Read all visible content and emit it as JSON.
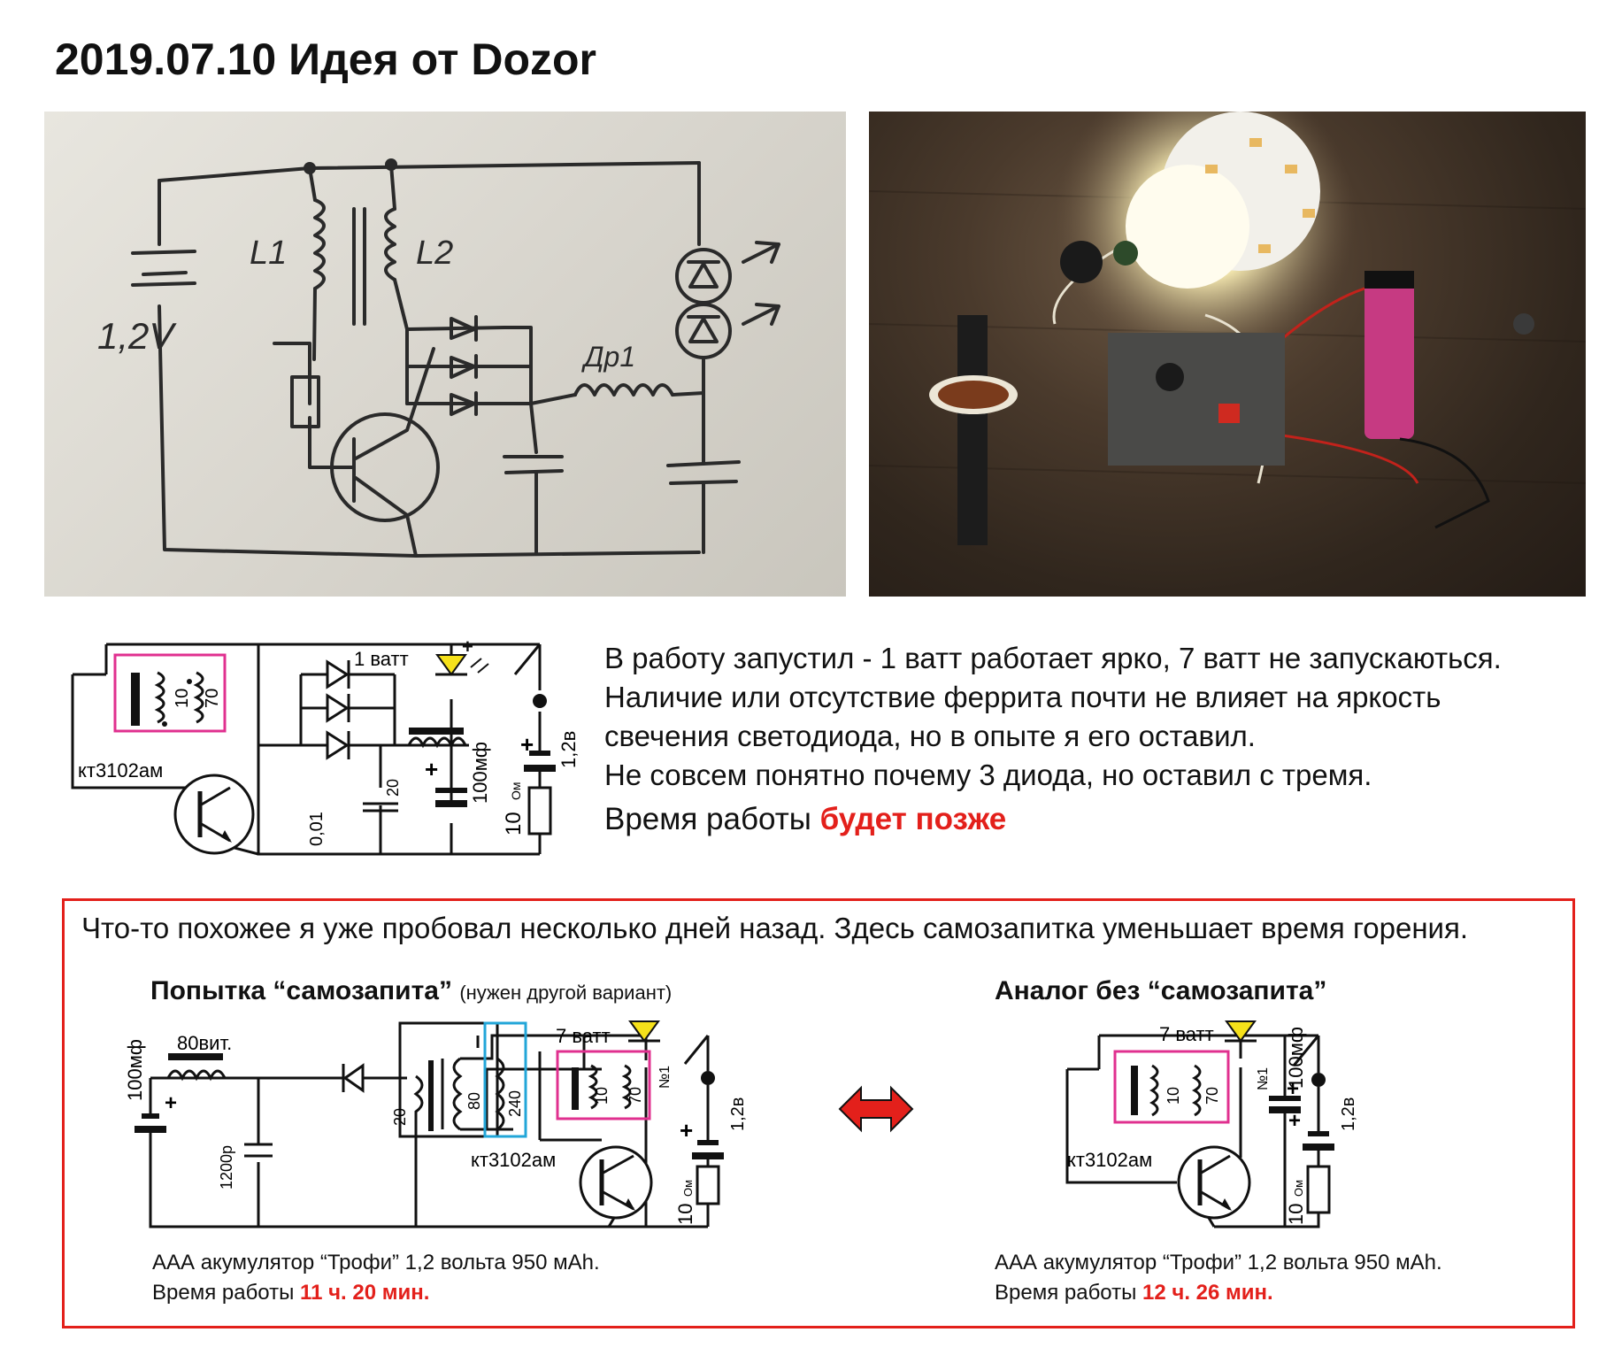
{
  "title": "2019.07.10 Идея от Dozor",
  "handdrawn": {
    "voltage": "1,2V",
    "l1": "L1",
    "l2": "L2",
    "dr1": "Др1"
  },
  "main_schematic": {
    "led_label": "1 ватт",
    "cap_label": "100мф",
    "voltage_label": "1,2в",
    "resistor_label": "10",
    "resistor_unit": "Ом",
    "transistor_label": "кт3102ам",
    "coil_ratio_a": "10",
    "coil_ratio_b": "70",
    "choke_turns": "20",
    "small_cap": "0,01"
  },
  "description": {
    "line1": "В работу запустил - 1 ватт работает ярко, 7 ватт не запускаються.",
    "line2": "Наличие или отсутствие феррита почти не влияет на яркость",
    "line3": "свечения светодиода, но в опыте я его оставил.",
    "line4": "Не совсем понятно почему 3 диода, но оставил с тремя.",
    "runtime_prefix": "Время работы",
    "runtime_value": "будет позже"
  },
  "comparison": {
    "intro": "Что-то похожее я уже пробовал несколько дней назад. Здесь самозапитка уменьшает время горения.",
    "left": {
      "title": "Попытка “самозапита”",
      "title_note": "(нужен другой вариант)",
      "turns_label": "80вит.",
      "cap_label": "100мф",
      "small_cap": "1200р",
      "coil_20": "20",
      "coil_80": "80",
      "coil_240": "240",
      "led_label": "7 ватт",
      "led_num": "№1",
      "coil_a": "10",
      "coil_b": "70",
      "transistor_label": "кт3102ам",
      "voltage_label": "1,2в",
      "resistor_label": "10",
      "resistor_unit": "Ом",
      "battery_line": "ААА акумулятор “Трофи” 1,2 вольта 950 мАh.",
      "runtime_prefix": "Время работы",
      "runtime_value": "11 ч. 20 мин."
    },
    "right": {
      "title": "Аналог без “самозапита”",
      "led_label": "7 ватт",
      "led_num": "№1",
      "cap_label": "100мф",
      "coil_a": "10",
      "coil_b": "70",
      "transistor_label": "кт3102ам",
      "voltage_label": "1,2в",
      "resistor_label": "10",
      "resistor_unit": "Ом",
      "battery_line": "ААА акумулятор “Трофи” 1,2 вольта 950 мАh.",
      "runtime_prefix": "Время работы",
      "runtime_value": "12 ч. 26 мин."
    }
  },
  "colors": {
    "accent_red": "#e3201b",
    "led_yellow": "#f6e11a",
    "highlight_magenta": "#e0308f",
    "highlight_cyan": "#22a6d8"
  }
}
